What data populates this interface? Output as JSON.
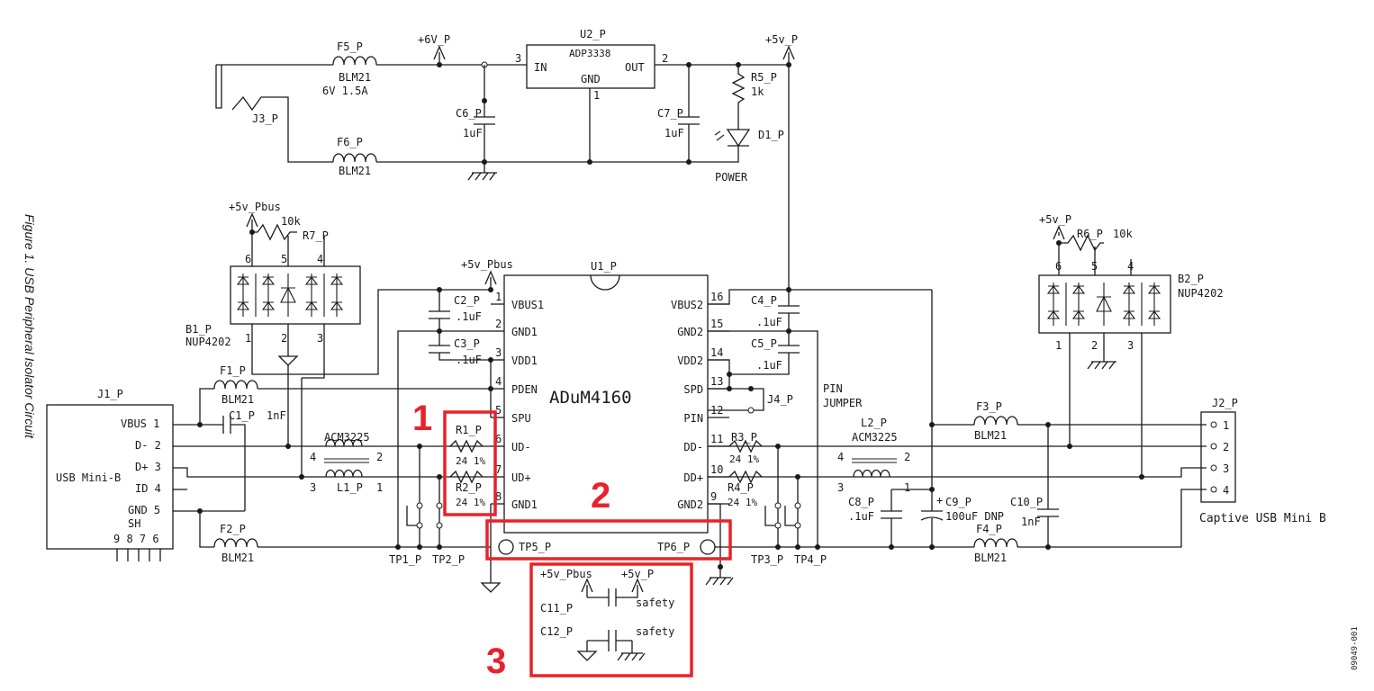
{
  "caption": "Figure 1. USB Peripheral Isolator Circuit",
  "figure_code": "09049-001",
  "annotation_color": "#e8222b",
  "annotations": [
    "1",
    "2",
    "3"
  ],
  "power": {
    "f5": "F5_P",
    "f5_type": "BLM21",
    "f5_rating": "6V 1.5A",
    "f6": "F6_P",
    "f6_type": "BLM21",
    "j3": "J3_P",
    "rail_6v": "+6V_P",
    "rail_5v": "+5v_P",
    "u2": "U2_P",
    "u2_part": "ADP3338",
    "u2_in": "IN",
    "u2_out": "OUT",
    "u2_gnd": "GND",
    "u2_pin_in": "3",
    "u2_pin_out": "2",
    "u2_pin_gnd": "1",
    "c6": "C6_P",
    "c6_val": "1uF",
    "c7": "C7_P",
    "c7_val": "1uF",
    "r5": "R5_P",
    "r5_val": "1k",
    "d1": "D1_P",
    "d1_label": "POWER"
  },
  "b1": {
    "rail": "+5v_Pbus",
    "r7": "R7_P",
    "r7_val": "10k",
    "name": "B1_P",
    "part": "NUP4202",
    "pins_top": [
      "6",
      "5",
      "4"
    ],
    "pins_bottom": [
      "1",
      "2",
      "3"
    ]
  },
  "b2": {
    "rail": "+5v_P",
    "r6": "R6_P",
    "r6_val": "10k",
    "name": "B2_P",
    "part": "NUP4202",
    "pins_top": [
      "6",
      "5",
      "4"
    ],
    "pins_bottom": [
      "1",
      "2",
      "3"
    ]
  },
  "j1": {
    "name": "J1_P",
    "type": "USB Mini-B",
    "pins": [
      "VBUS 1",
      "D- 2",
      "D+ 3",
      "ID 4",
      "GND 5"
    ],
    "sh": "SH",
    "sh_pins": "9 8 7 6"
  },
  "left_passives": {
    "f1": "F1_P",
    "f1_type": "BLM21",
    "c1": "C1_P",
    "c1_val": "1nF",
    "f2": "F2_P",
    "f2_type": "BLM21",
    "l1": "L1_P",
    "l1_part": "ACM3225",
    "l1_pins": [
      "4",
      "2",
      "3",
      "1"
    ],
    "c2": "C2_P",
    "c2_val": ".1uF",
    "c3": "C3_P",
    "c3_val": ".1uF",
    "rail": "+5v_Pbus",
    "r1": "R1_P",
    "r1_val": "24 1%",
    "r2": "R2_P",
    "r2_val": "24 1%",
    "tp1": "TP1_P",
    "tp2": "TP2_P"
  },
  "u1": {
    "name": "U1_P",
    "part": "ADuM4160",
    "left_pins": [
      {
        "num": "1",
        "name": "VBUS1"
      },
      {
        "num": "2",
        "name": "GND1"
      },
      {
        "num": "3",
        "name": "VDD1"
      },
      {
        "num": "4",
        "name": "PDEN"
      },
      {
        "num": "5",
        "name": "SPU"
      },
      {
        "num": "6",
        "name": "UD-"
      },
      {
        "num": "7",
        "name": "UD+"
      },
      {
        "num": "8",
        "name": "GND1"
      }
    ],
    "right_pins": [
      {
        "num": "16",
        "name": "VBUS2"
      },
      {
        "num": "15",
        "name": "GND2"
      },
      {
        "num": "14",
        "name": "VDD2"
      },
      {
        "num": "13",
        "name": "SPD"
      },
      {
        "num": "12",
        "name": "PIN"
      },
      {
        "num": "11",
        "name": "DD-"
      },
      {
        "num": "10",
        "name": "DD+"
      },
      {
        "num": "9",
        "name": "GND2"
      }
    ],
    "tp5": "TP5_P",
    "tp6": "TP6_P"
  },
  "right_passives": {
    "c4": "C4_P",
    "c4_val": ".1uF",
    "c5": "C5_P",
    "c5_val": ".1uF",
    "j4": "J4_P",
    "jumper_label": "PIN",
    "jumper_label2": "JUMPER",
    "r3": "R3_P",
    "r3_val": "24 1%",
    "r4": "R4_P",
    "r4_val": "24 1%",
    "tp3": "TP3_P",
    "tp4": "TP4_P",
    "l2": "L2_P",
    "l2_part": "ACM3225",
    "l2_pins": [
      "4",
      "2",
      "3",
      "1"
    ],
    "c8": "C8_P",
    "c8_val": ".1uF",
    "c9": "C9_P",
    "c9_val": "100uF DNP",
    "c10": "C10_P",
    "c10_val": "1nF",
    "f3": "F3_P",
    "f3_type": "BLM21",
    "f4": "F4_P",
    "f4_type": "BLM21"
  },
  "j2": {
    "name": "J2_P",
    "type": "Captive USB Mini B",
    "pins": [
      "1",
      "2",
      "3",
      "4"
    ]
  },
  "safety": {
    "rail_a": "+5v_Pbus",
    "rail_b": "+5v_P",
    "c11": "C11_P",
    "c11_note": "safety",
    "c12": "C12_P",
    "c12_note": "safety"
  }
}
